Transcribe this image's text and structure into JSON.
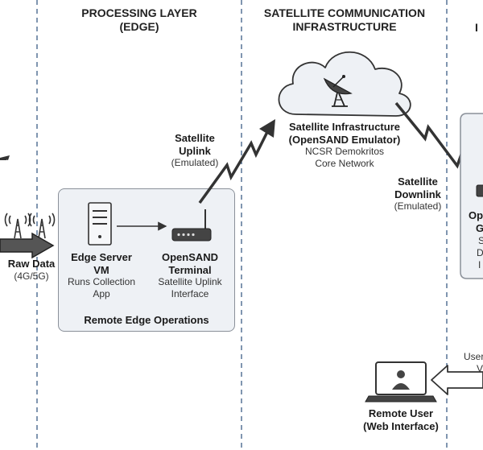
{
  "columns": {
    "processing_header": [
      "PROCESSING LAYER",
      "(EDGE)"
    ],
    "satellite_header": [
      "SATELLITE COMMUNICATION",
      "INFRASTRUCTURE"
    ],
    "right_header_fragment": "I"
  },
  "left": {
    "raw_data": "Raw Data",
    "raw_data_sub": "(4G/5G)"
  },
  "edge_box": {
    "caption": "Remote Edge Operations",
    "server_title": [
      "Edge Server",
      "VM"
    ],
    "server_desc": [
      "Runs Collection",
      "App"
    ],
    "terminal_title": [
      "OpenSAND",
      "Terminal"
    ],
    "terminal_desc": [
      "Satellite Uplink",
      "Interface"
    ]
  },
  "uplink": {
    "title": [
      "Satellite",
      "Uplink"
    ],
    "sub": "(Emulated)"
  },
  "cloud": {
    "title": [
      "Satellite Infrastructure",
      "(OpenSAND Emulator)"
    ],
    "desc": [
      "NCSR Demokritos",
      "Core Network"
    ]
  },
  "downlink": {
    "title": [
      "Satellite",
      "Downlink"
    ],
    "sub": "(Emulated)"
  },
  "right_box_fragments": [
    "Op",
    "G",
    "S",
    "D",
    "I"
  ],
  "remote_user": {
    "title": [
      "Remote User",
      "(Web Interface)"
    ],
    "side_fragments": [
      "User",
      "V"
    ]
  }
}
